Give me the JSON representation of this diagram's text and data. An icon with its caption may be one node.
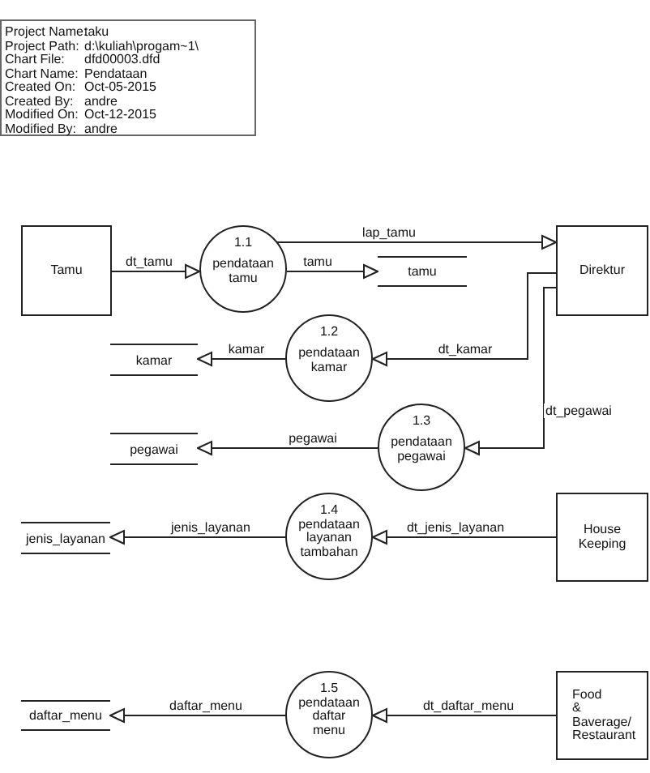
{
  "diagram": {
    "nodes": [
      {
        "text": [
          "Project Name:",
          "taku",
          "Project Path:",
          "d:\\kuliah\\progam~1\\",
          "Chart File:",
          "dfd00003.dfd",
          "Chart Name:",
          "Pendataan",
          "Created On:",
          "Oct-05-2015",
          "Created By:",
          "andre",
          "Modified On:",
          "Oct-12-2015",
          "Modified By:",
          "andre"
        ]
      },
      {
        "text": [
          "Tamu"
        ]
      },
      {
        "text": [
          "1.1",
          "pendataan tamu"
        ]
      },
      {
        "text": [
          "tamu"
        ]
      },
      {
        "text": [
          "Direktur"
        ]
      },
      {
        "text": [
          "kamar"
        ]
      },
      {
        "text": [
          "1.2",
          "pendataan kamar"
        ]
      },
      {
        "text": [
          "pegawai"
        ]
      },
      {
        "text": [
          "1.3",
          "pendataan pegawai"
        ]
      },
      {
        "text": [
          "jenis_layanan"
        ]
      },
      {
        "text": [
          "1.4",
          "pendataan layanan tambahan"
        ]
      },
      {
        "text": [
          "House Keeping"
        ]
      },
      {
        "text": [
          "daftar_menu"
        ]
      },
      {
        "text": [
          "1.5",
          "pendataan daftar menu"
        ]
      },
      {
        "text": [
          "Food & Baverage/ Restaurant"
        ]
      }
    ],
    "edges": [
      {
        "from": 1,
        "to": 2,
        "arrow": "to",
        "label": "dt_tamu"
      },
      {
        "from": 2,
        "to": 3,
        "arrow": "to",
        "label": "tamu"
      },
      {
        "from": 2,
        "to": 4,
        "arrow": "to",
        "label": "lap_tamu"
      },
      {
        "from": 4,
        "to": 6,
        "arrow": "to",
        "label": "dt_kamar"
      },
      {
        "from": 6,
        "to": 5,
        "arrow": "to",
        "label": "kamar"
      },
      {
        "from": 4,
        "to": 8,
        "arrow": "to",
        "label": "dt_pegawai"
      },
      {
        "from": 8,
        "to": 7,
        "arrow": "to",
        "label": "pegawai"
      },
      {
        "from": 11,
        "to": 10,
        "arrow": "to",
        "label": "dt_jenis_layanan"
      },
      {
        "from": 10,
        "to": 9,
        "arrow": "to",
        "label": "jenis_layanan"
      },
      {
        "from": 14,
        "to": 13,
        "arrow": "to",
        "label": "dt_daftar_menu"
      },
      {
        "from": 13,
        "to": 12,
        "arrow": "to",
        "label": "daftar_menu"
      }
    ]
  }
}
